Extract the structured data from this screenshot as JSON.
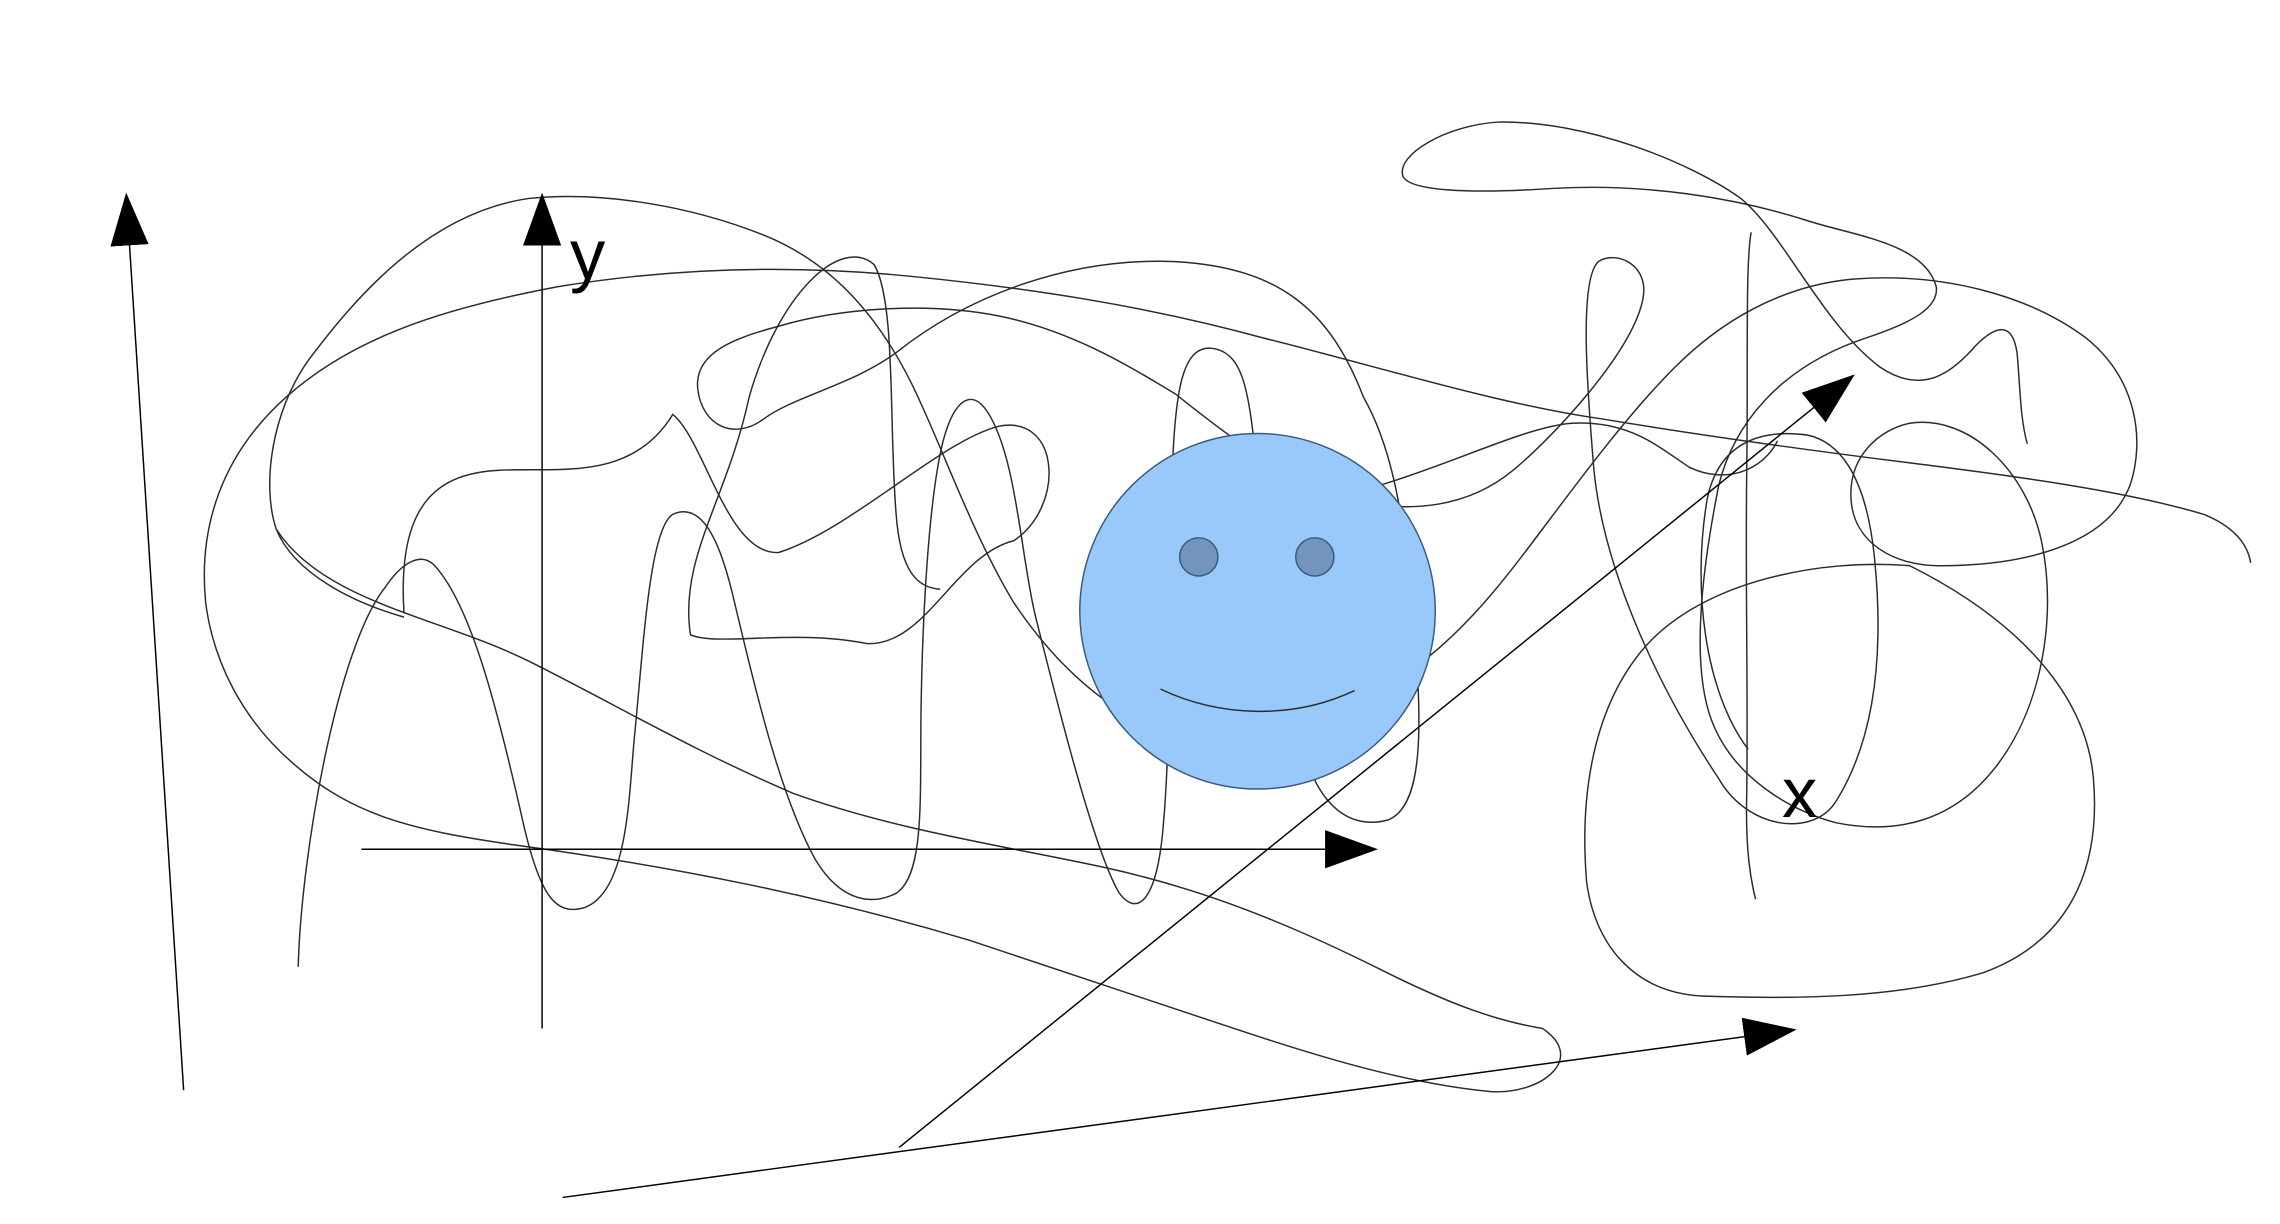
{
  "labels": {
    "y_axis": "y",
    "x_axis": "x"
  },
  "colors": {
    "background": "#ffffff",
    "stroke": "#2b2b2b",
    "arrow": "#000000",
    "face_fill": "#99c9fa",
    "face_stroke": "#3a5a7a",
    "eye_fill": "#7394bd"
  },
  "shapes": {
    "axes_count": 5,
    "scribble_count": 8,
    "smiley": "smiley-face"
  }
}
